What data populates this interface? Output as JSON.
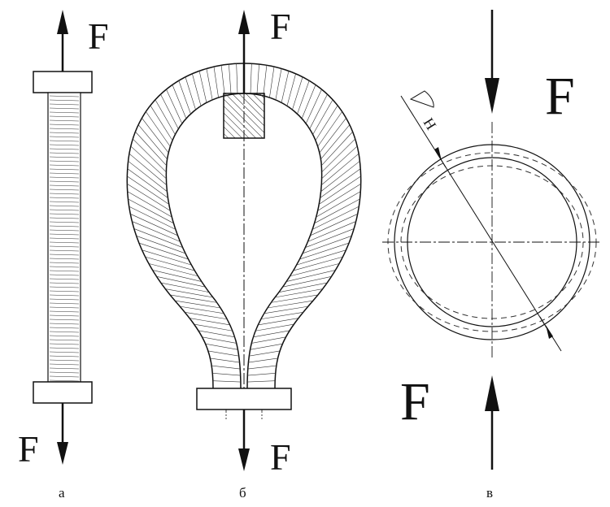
{
  "figure": {
    "panel_a": {
      "caption": "а",
      "force_top": "F",
      "force_bottom": "F"
    },
    "panel_b": {
      "caption": "б",
      "force_top": "F",
      "force_bottom": "F"
    },
    "panel_v": {
      "caption": "в",
      "force_top": "F",
      "force_bottom": "F",
      "dimension_label": "H"
    }
  }
}
